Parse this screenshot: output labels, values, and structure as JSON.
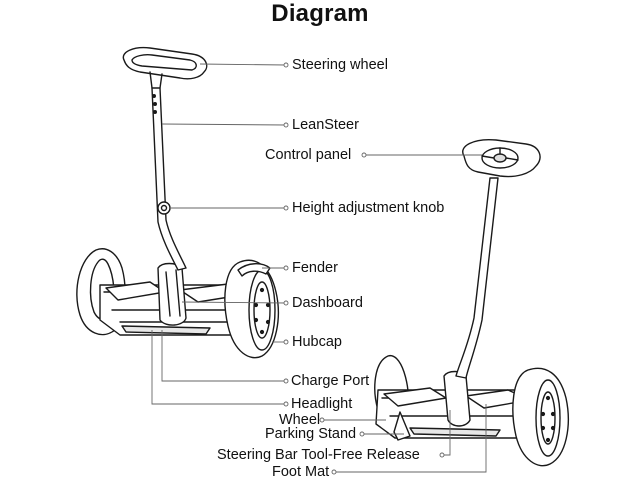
{
  "title": "Diagram",
  "labels": {
    "steering_wheel": "Steering wheel",
    "leansteer": "LeanSteer",
    "control_panel": "Control panel",
    "height_adjustment_knob": "Height adjustment knob",
    "fender": "Fender",
    "dashboard": "Dashboard",
    "hubcap": "Hubcap",
    "charge_port": "Charge Port",
    "headlight": "Headlight",
    "wheel": "Wheel",
    "parking_stand": "Parking Stand",
    "steering_bar_release": "Steering Bar Tool-Free Release",
    "foot_mat": "Foot Mat"
  },
  "colors": {
    "line": "#1a1a1a",
    "leader": "#666666"
  }
}
